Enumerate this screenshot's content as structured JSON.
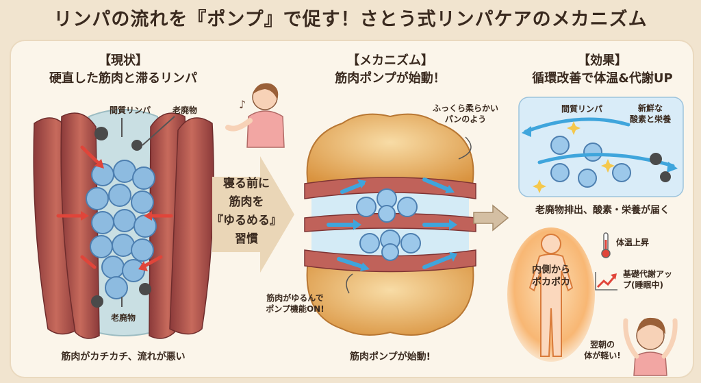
{
  "title": "リンパの流れを『ポンプ』で促す！さとう式リンパケアのメカニズム",
  "left": {
    "header": "【現状】",
    "subtitle": "硬直した筋肉と滞るリンパ",
    "label_lymph": "間質リンパ",
    "label_waste_top": "老廃物",
    "label_waste_bottom": "老廃物",
    "caption": "筋肉がカチカチ、流れが悪い"
  },
  "middle_arrow": {
    "lines": [
      "寝る前に",
      "筋肉を",
      "『ゆるめる』",
      "習慣"
    ]
  },
  "center": {
    "header": "【メカニズム】",
    "subtitle": "筋肉ポンプが始動！",
    "bread_note": "ふっくら柔らかい\nパンのよう",
    "pump_note": "筋肉がゆるんで\nポンプ機能ON!",
    "caption": "筋肉ポンプが始動!"
  },
  "right": {
    "header": "【効果】",
    "subtitle": "循環改善で体温&代謝UP",
    "label_lymph": "間質リンパ",
    "label_oxygen": "新鮮な\n酸素と栄養",
    "flow_caption": "老廃物排出、酸素・栄養が届く",
    "body_text": "内側から\nポカポカ",
    "temp_label": "体温上昇",
    "metabolism_label": "基礎代謝アッ\nプ(睡眠中)",
    "morning_label": "翌朝の\n体が軽い!"
  },
  "colors": {
    "background": "#f1e4cf",
    "panel": "#fbf5ea",
    "muscle": "#b5534a",
    "lymph": "#8dbbe0",
    "arrow_red": "#e0453a",
    "arrow_blue": "#3fa5dc",
    "bread": "#e2aa62",
    "glow": "#f7a24c"
  }
}
